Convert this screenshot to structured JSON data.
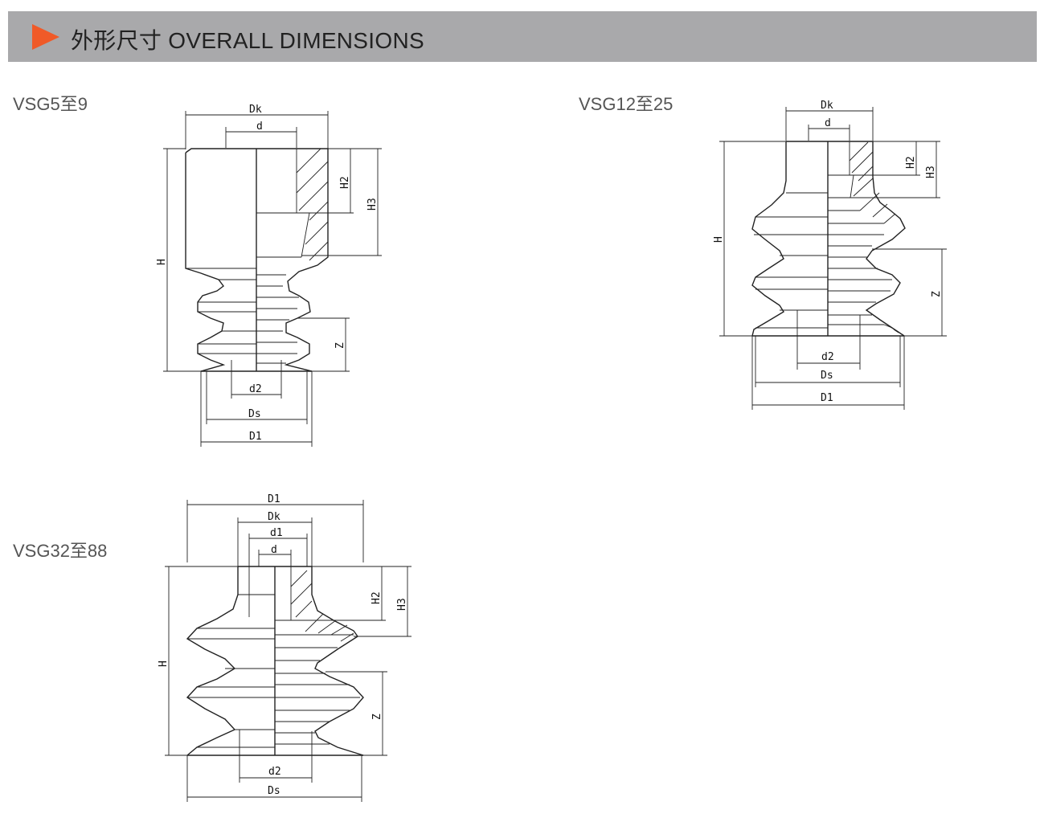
{
  "header": {
    "title": "外形尺寸 OVERALL DIMENSIONS",
    "accent_color": "#f05a28",
    "icon": "play-triangle-icon"
  },
  "diagrams": [
    {
      "model": "VSG5至9",
      "dims": {
        "dk": "Dk",
        "d": "d",
        "h": "H",
        "h2": "H2",
        "h3": "H3",
        "z": "Z",
        "d2": "d2",
        "ds": "Ds",
        "d1": "D1"
      }
    },
    {
      "model": "VSG12至25",
      "dims": {
        "dk": "Dk",
        "d": "d",
        "h": "H",
        "h2": "H2",
        "h3": "H3",
        "z": "Z",
        "d2": "d2",
        "ds": "Ds",
        "d1": "D1"
      }
    },
    {
      "model": "VSG32至88",
      "dims": {
        "d1_top": "D1",
        "dk": "Dk",
        "d1": "d1",
        "d": "d",
        "h": "H",
        "h2": "H2",
        "h3": "H3",
        "z": "Z",
        "d2": "d2",
        "ds": "Ds"
      }
    }
  ]
}
